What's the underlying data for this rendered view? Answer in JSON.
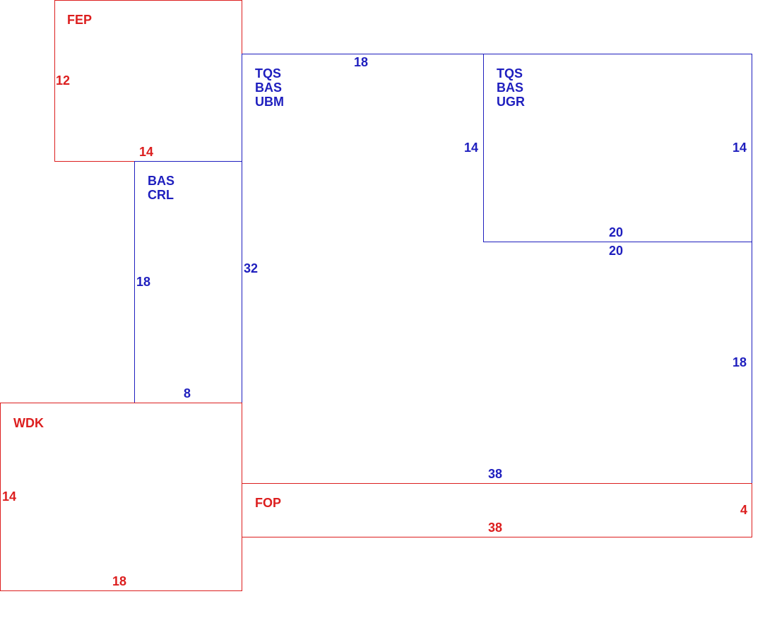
{
  "colors": {
    "red": "#dc1e1e",
    "blue": "#1e1ebe",
    "background": "#ffffff"
  },
  "rooms": {
    "fep": {
      "color": "red",
      "name": "FEP",
      "side_12": "12",
      "side_14": "14"
    },
    "crl": {
      "color": "blue",
      "codes": [
        "BAS",
        "CRL"
      ],
      "side_18": "18",
      "side_8": "8"
    },
    "ubm": {
      "color": "blue",
      "codes": [
        "TQS",
        "BAS",
        "UBM"
      ],
      "top_18": "18",
      "left_32": "32",
      "notch_14": "14",
      "notch_20": "20",
      "right_18": "18",
      "bottom_38": "38"
    },
    "ugr": {
      "color": "blue",
      "codes": [
        "TQS",
        "BAS",
        "UGR"
      ],
      "right_14": "14",
      "bottom_20": "20"
    },
    "wdk": {
      "color": "red",
      "name": "WDK",
      "side_14": "14",
      "side_18": "18"
    },
    "fop": {
      "color": "red",
      "name": "FOP",
      "side_4": "4",
      "side_38": "38"
    }
  }
}
